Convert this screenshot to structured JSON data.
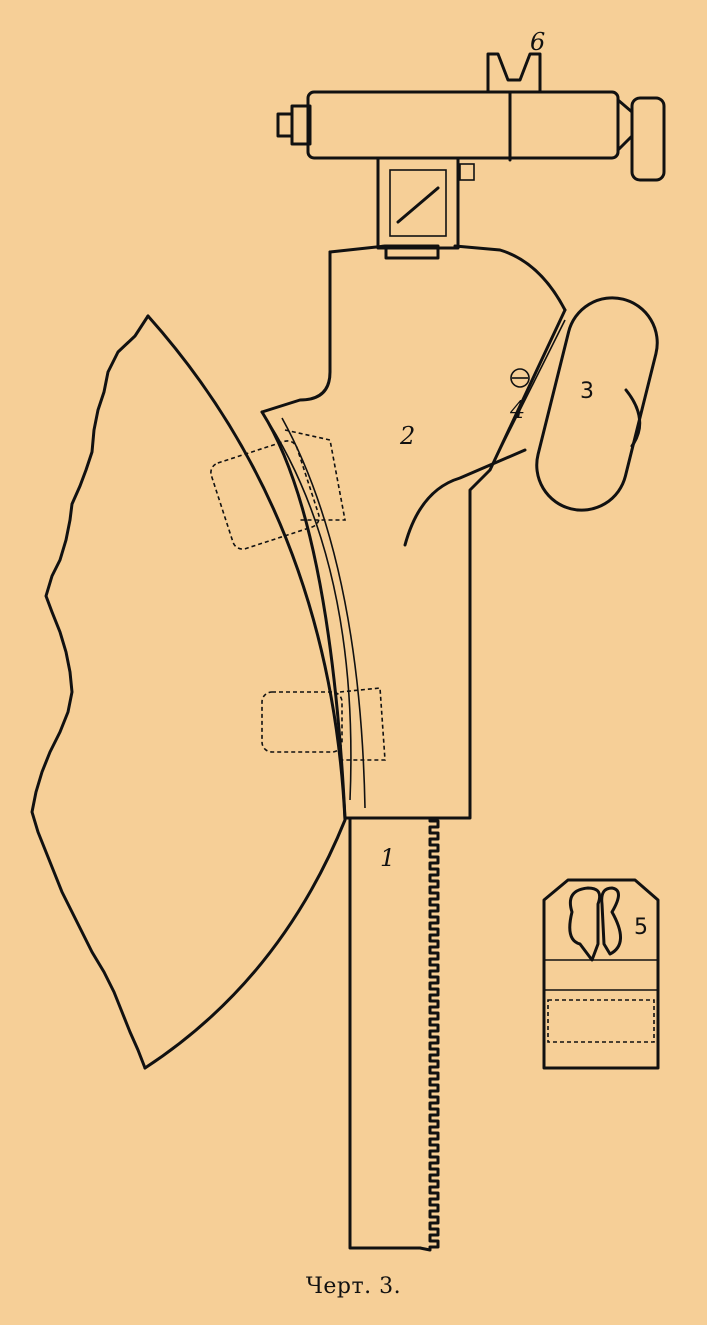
{
  "caption": "Черт. 3.",
  "labels": {
    "part1": "1",
    "part2": "2",
    "part3": "3",
    "part4": "4",
    "part5": "5",
    "part6": "6"
  },
  "colors": {
    "paper": "#f6cf97",
    "ink": "#111111"
  }
}
